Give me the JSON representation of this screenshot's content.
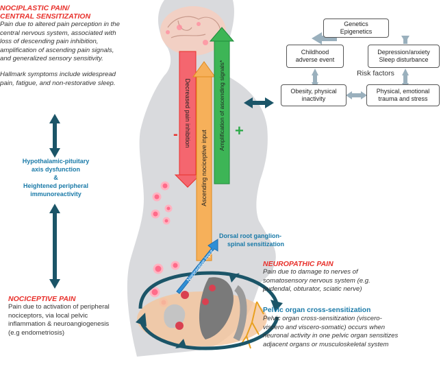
{
  "nociplastic": {
    "title_line1": "NOCIPLASTIC PAIN/",
    "title_line2": "CENTRAL SENSITIZATION",
    "body_l1": "Pain due to altered pain perception in the",
    "body_l2": "central nervous system, associated with",
    "body_l3": "loss of descending pain inhibition,",
    "body_l4": "amplification of ascending pain signals,",
    "body_l5": "and generalized sensory sensitivity.",
    "hallmark_l1": "Hallmark symptoms include widespread",
    "hallmark_l2": "pain, fatigue, and non-restorative sleep."
  },
  "middle": {
    "line1": "Hypothalamic-pituitary",
    "line2": "axis dysfunction",
    "amp": "&",
    "line3": "Heightened peripheral",
    "line4": "immunoreactivity"
  },
  "nociceptive": {
    "title": "NOCICEPTIVE PAIN",
    "l1": "Pain due to activation of peripheral",
    "l2": "nociceptors, via local pelvic",
    "l3": "inflammation & neuroangiogenesis",
    "l4": "(e.g endometriosis)"
  },
  "risk": {
    "genetics_l1": "Genetics",
    "genetics_l2": "Epigenetics",
    "childhood_l1": "Childhood",
    "childhood_l2": "adverse event",
    "depression_l1": "Depression/anxiety",
    "depression_l2": "Sleep disturbance",
    "label": "Risk factors",
    "obesity_l1": "Obesity, physical",
    "obesity_l2": "inactivity",
    "trauma_l1": "Physical, emotional",
    "trauma_l2": "trauma and stress"
  },
  "arrows": {
    "decreased": "Decreased pain inhibition",
    "ascending": "Ascending nociceptive input",
    "amplification": "Amplification of ascending signals*",
    "nociceptive_input": "Nociceptive input",
    "minus": "-",
    "plus": "+"
  },
  "drg": {
    "l1": "Dorsal root ganglion-",
    "l2": "spinal sensitization"
  },
  "neuropathic": {
    "title": "NEUROPATHIC PAIN",
    "l1": "Pain due to damage to nerves of",
    "l2": "somatosensory nervous system (e.g.",
    "l3": "pudendal, obturator, sciatic nerve)"
  },
  "cross": {
    "title": "Pelvic organ cross-sensitization",
    "l1": "Pelvic organ cross-sensitization (viscero-",
    "l2": "viscero and viscero-somatic) occurs when",
    "l3": "neuronal activity in one pelvic organ sensitizes",
    "l4": "adjacent organs or musculoskeletal system"
  },
  "colors": {
    "red": "#e8302b",
    "teal": "#1a7aa8",
    "dark_teal": "#1b5568",
    "orange": "#f0a34a",
    "green": "#2eaa4a",
    "blue": "#2f8fd6",
    "silhouette": "#d9dadd"
  }
}
